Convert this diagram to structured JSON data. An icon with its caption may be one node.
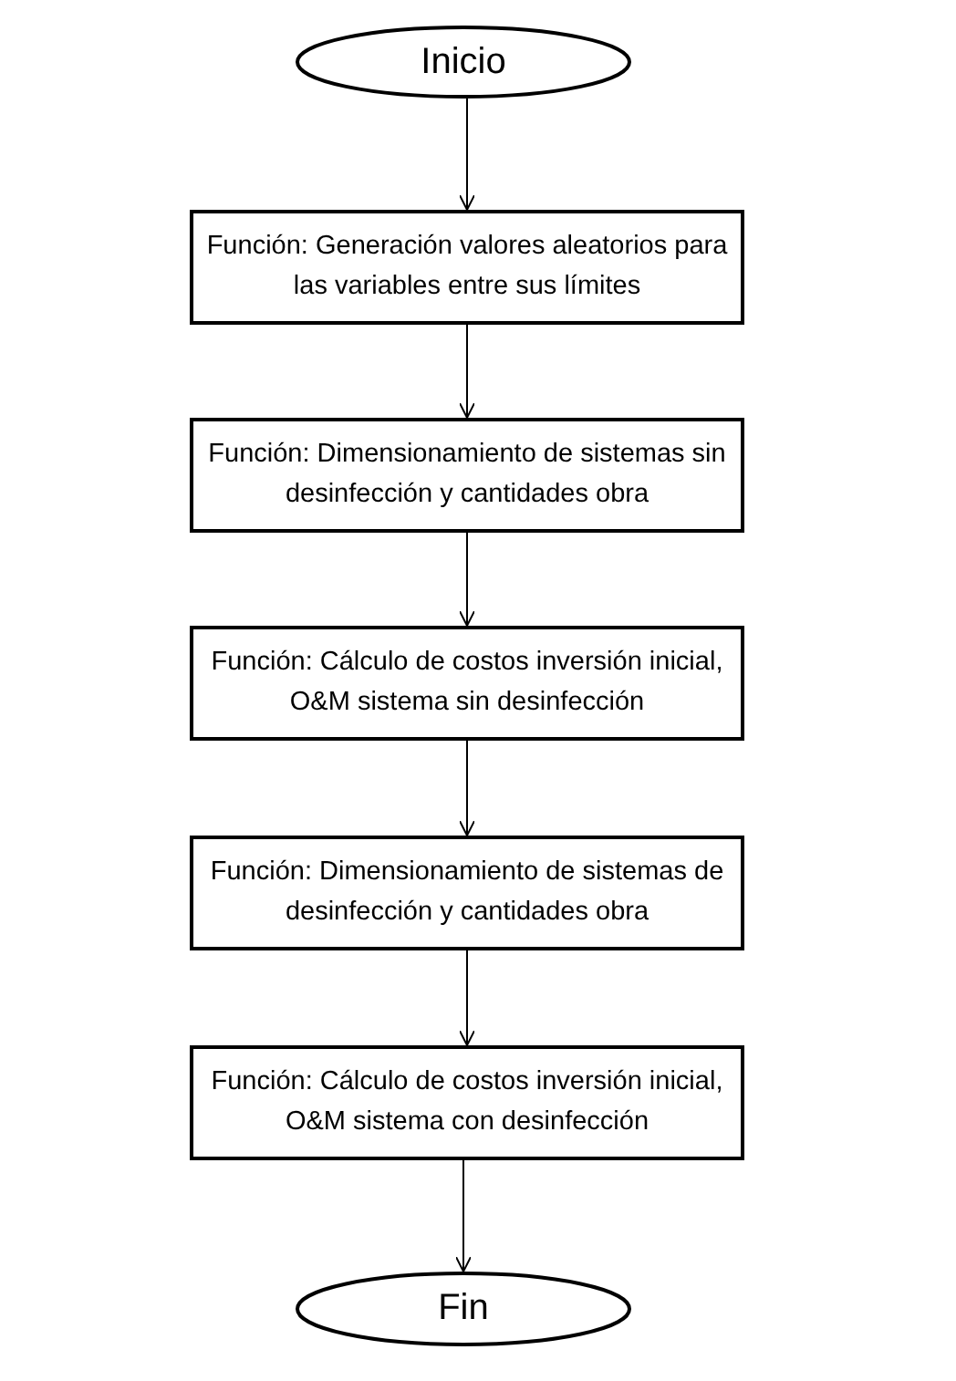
{
  "diagram": {
    "nodes": [
      {
        "text": [
          "Inicio"
        ]
      },
      {
        "text": [
          "Función: Generación valores aleatorios para las variables entre sus límites"
        ]
      },
      {
        "text": [
          "Función: Dimensionamiento de sistemas sin desinfección y cantidades obra"
        ]
      },
      {
        "text": [
          "Función: Cálculo de costos inversión inicial, O&M sistema sin desinfección"
        ]
      },
      {
        "text": [
          "Función: Dimensionamiento de sistemas de desinfección y cantidades obra"
        ]
      },
      {
        "text": [
          "Función: Cálculo de costos inversión inicial, O&M sistema con desinfección"
        ]
      },
      {
        "text": [
          "Fin"
        ]
      }
    ],
    "edges": [
      {
        "from": 0,
        "to": 1,
        "arrow": "to"
      },
      {
        "from": 1,
        "to": 2,
        "arrow": "to"
      },
      {
        "from": 2,
        "to": 3,
        "arrow": "to"
      },
      {
        "from": 3,
        "to": 4,
        "arrow": "to"
      },
      {
        "from": 4,
        "to": 5,
        "arrow": "to"
      },
      {
        "from": 5,
        "to": 6,
        "arrow": "to"
      }
    ]
  }
}
